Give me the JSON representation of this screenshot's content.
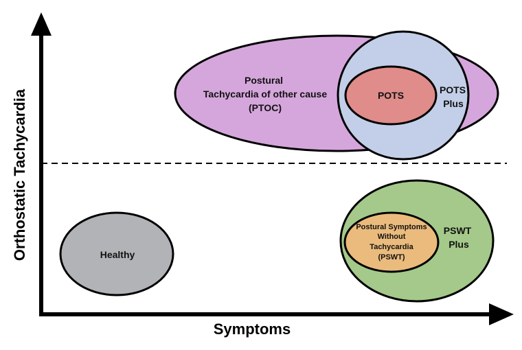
{
  "axes": {
    "x_label": "Symptoms",
    "y_label": "Orthostatic Tachycardia"
  },
  "regions": {
    "ptoc": {
      "line1": "Postural",
      "line2": "Tachycardia of other cause",
      "line3": "(PTOC)",
      "color": "#d5a6dc"
    },
    "pots_plus": {
      "line1": "POTS",
      "line2": "Plus",
      "color": "#c3cfe8"
    },
    "pots": {
      "label": "POTS",
      "color": "#df8c8a"
    },
    "healthy": {
      "label": "Healthy",
      "color": "#b1b3b6"
    },
    "pswt_plus": {
      "line1": "PSWT",
      "line2": "Plus",
      "color": "#a4c98a"
    },
    "pswt": {
      "line1": "Postural Symptoms",
      "line2": "Without",
      "line3": "Tachycardia",
      "line4": "(PSWT)",
      "color": "#eabb7c"
    }
  },
  "colors": {
    "axis": "#000000",
    "outline": "#000000"
  }
}
